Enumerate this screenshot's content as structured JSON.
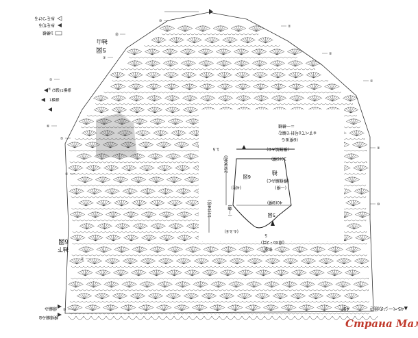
{
  "diagram": {
    "side_labels": {
      "right_top": "5図",
      "right_top_sub": "袖山",
      "left_bottom": "6図",
      "left_bottom_sub": "袖下"
    },
    "legend": {
      "box": "1模様",
      "item1": "糸を切る",
      "item2": "糸をつける"
    },
    "left_row_labels": [
      "(5段)1模様",
      "1模様"
    ],
    "bottom_left_labels": [
      "模様編みB",
      "縁編み"
    ],
    "shaded_region_label": "",
    "page_ref": "▲45ページの続き",
    "page_number": "49",
    "row_markers_left": [
      "⑩",
      "⑳",
      "③",
      "⑤",
      "⑦",
      "⑥",
      "⑤",
      "⑤",
      "①",
      "③"
    ],
    "row_markers_right": [
      "②",
      "⑤",
      "①",
      "③",
      "⑩"
    ]
  },
  "schematic": {
    "title": "袖",
    "subtitle": "(模様編みC)",
    "note": "(一模)",
    "figure5": "5図",
    "figure6": "6図",
    "top_label": "(模様編みB)",
    "top_width": "30(6模)",
    "mid_width": "40(8模)",
    "bottom_label": "(縁30・2目)",
    "bottom_sub": "作る",
    "bottom_num": "5",
    "height_label": "25(30段)",
    "side_label": "(一模)",
    "side_num_top": "1.5",
    "side_num_bottom": "11(14段)",
    "top_note": "(6模)8ら",
    "top_note2": "※すべて0号針で編む",
    "top_note3": "＝一模様",
    "side_small": "(4段)",
    "bottom_small": "(4-3-E)"
  },
  "watermark": "Страна Мам",
  "colors": {
    "line": "#333333",
    "shade": "#b8b8b8",
    "watermark": "#c0392b"
  }
}
